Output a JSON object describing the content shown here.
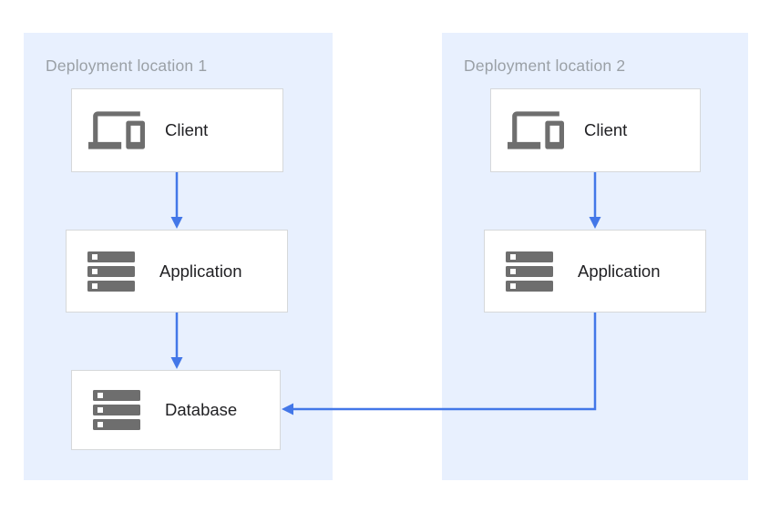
{
  "diagram": {
    "panels": [
      {
        "id": "location1",
        "title": "Deployment location 1",
        "nodes": [
          {
            "id": "client1",
            "label": "Client",
            "icon": "devices-icon"
          },
          {
            "id": "application1",
            "label": "Application",
            "icon": "server-stack-icon"
          },
          {
            "id": "database1",
            "label": "Database",
            "icon": "server-stack-icon"
          }
        ]
      },
      {
        "id": "location2",
        "title": "Deployment location 2",
        "nodes": [
          {
            "id": "client2",
            "label": "Client",
            "icon": "devices-icon"
          },
          {
            "id": "application2",
            "label": "Application",
            "icon": "server-stack-icon"
          }
        ]
      }
    ],
    "edges": [
      {
        "from": "client1",
        "to": "application1",
        "direction": "down"
      },
      {
        "from": "application1",
        "to": "database1",
        "direction": "down"
      },
      {
        "from": "client2",
        "to": "application2",
        "direction": "down"
      },
      {
        "from": "application2",
        "to": "database1",
        "direction": "down-left"
      }
    ],
    "colors": {
      "panel_background": "#e8f0fe",
      "node_background": "#ffffff",
      "node_border": "#d6d8da",
      "arrow": "#4377e8",
      "title_text": "#9aa0a6",
      "label_text": "#212124",
      "icon": "#6e6e6e"
    }
  }
}
